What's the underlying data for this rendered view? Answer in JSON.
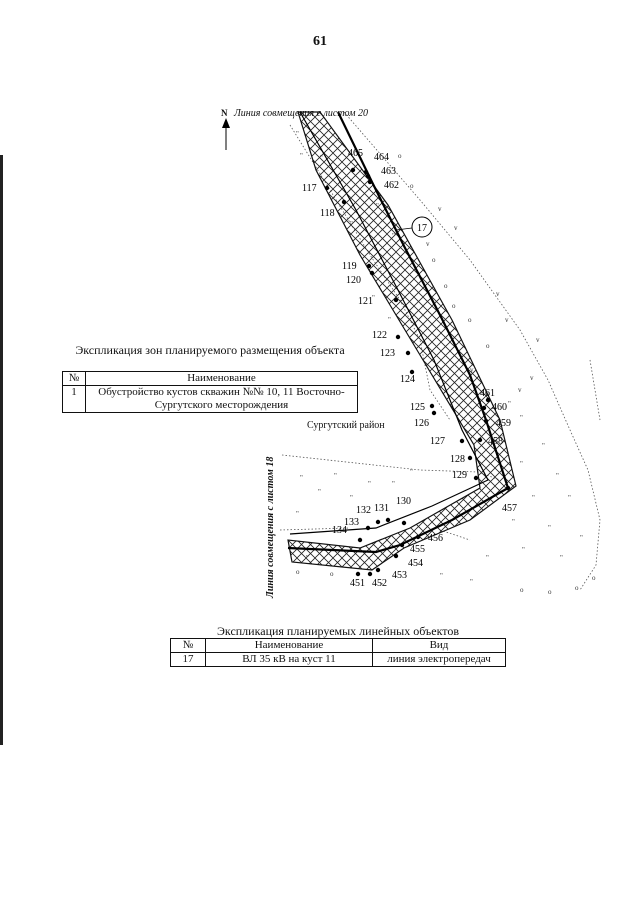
{
  "page": {
    "number": "61"
  },
  "map": {
    "north_label": "N",
    "sheet_20_label": "Линия совмещения с листом 20",
    "sheet_18_label": "Линия совмещения с листом 18",
    "district_label": "Сургутский район",
    "object_label": "17",
    "point_labels": [
      "465",
      "464",
      "463",
      "462",
      "117",
      "118",
      "119",
      "120",
      "121",
      "122",
      "123",
      "124",
      "125",
      "126",
      "127",
      "128",
      "129",
      "461",
      "460",
      "459",
      "458",
      "457",
      "130",
      "131",
      "132",
      "133",
      "134",
      "456",
      "455",
      "454",
      "453",
      "452",
      "451"
    ]
  },
  "zones_legend": {
    "caption": "Экспликация зон планируемого размещения объекта",
    "headers": [
      "№",
      "Наименование"
    ],
    "rows": [
      {
        "num": "1",
        "name": "Обустройство кустов скважин №№ 10, 11 Восточно-Сургутского месторождения"
      }
    ]
  },
  "linear_legend": {
    "caption": "Экспликация планируемых линейных объектов",
    "headers": [
      "№",
      "Наименование",
      "Вид"
    ],
    "rows": [
      {
        "num": "17",
        "name": "ВЛ 35 кВ на куст 11",
        "kind": "линия электропередач"
      }
    ]
  }
}
